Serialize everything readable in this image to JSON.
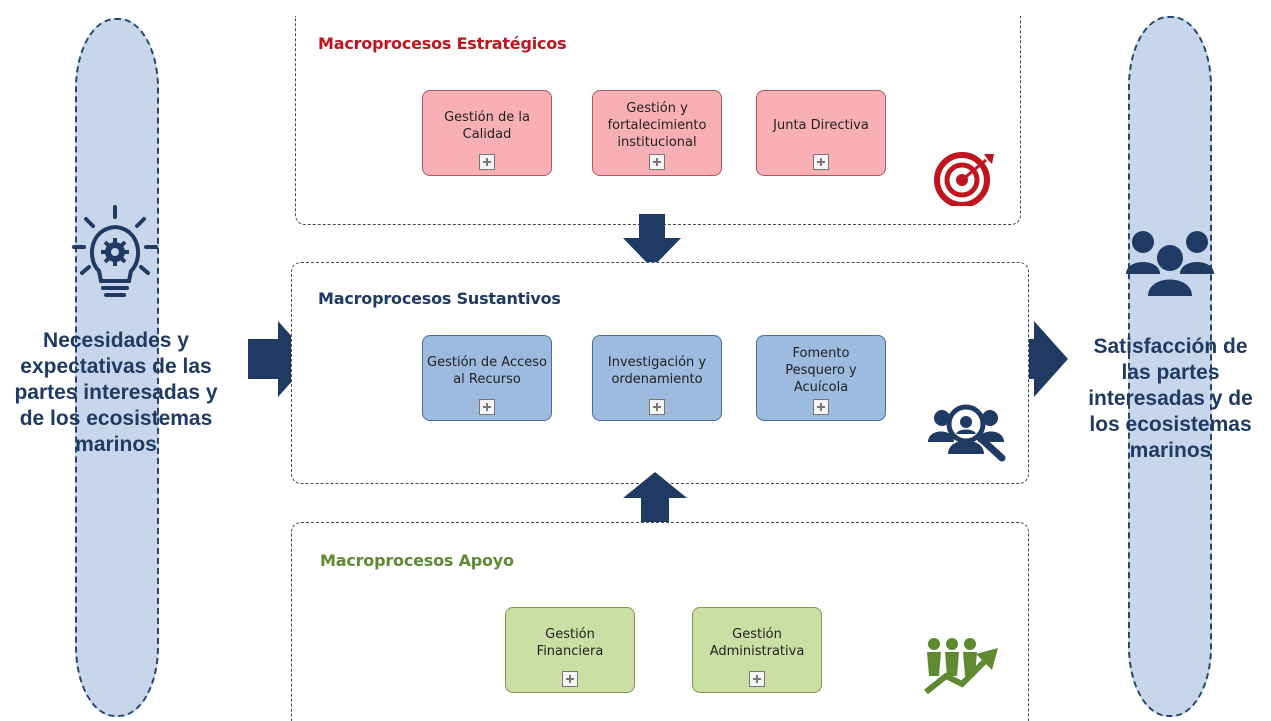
{
  "left_pill": {
    "icon": "lightbulb-gear-icon",
    "text": "Necesidades y expectativas de las partes interesadas y de los ecosistemas marinos"
  },
  "right_pill": {
    "icon": "people-group-icon",
    "text": "Satisfacción de las partes interesadas y de los ecosistemas marinos"
  },
  "strategic": {
    "title": "Macroprocesos Estratégicos",
    "title_color": "#c0141e",
    "icon": "target-icon",
    "boxes": [
      "Gestión de la Calidad",
      "Gestión y fortalecimiento institucional",
      "Junta Directiva"
    ]
  },
  "substantive": {
    "title": "Macroprocesos Sustantivos",
    "title_color": "#1f3b63",
    "icon": "people-search-icon",
    "boxes": [
      "Gestión de Acceso al Recurso",
      "Investigación y ordenamiento",
      "Fomento Pesquero y Acuícola"
    ]
  },
  "support": {
    "title": "Macroprocesos Apoyo",
    "title_color": "#5f8a32",
    "icon": "people-growth-icon",
    "boxes": [
      "Gestión Financiera",
      "Gestión Administrativa"
    ]
  },
  "colors": {
    "arrow": "#1f3b63",
    "pill_fill": "#c7d6ea",
    "strategic_box": "#f8b0b4",
    "substantive_box": "#9cbbde",
    "support_box": "#cbdfa4"
  }
}
